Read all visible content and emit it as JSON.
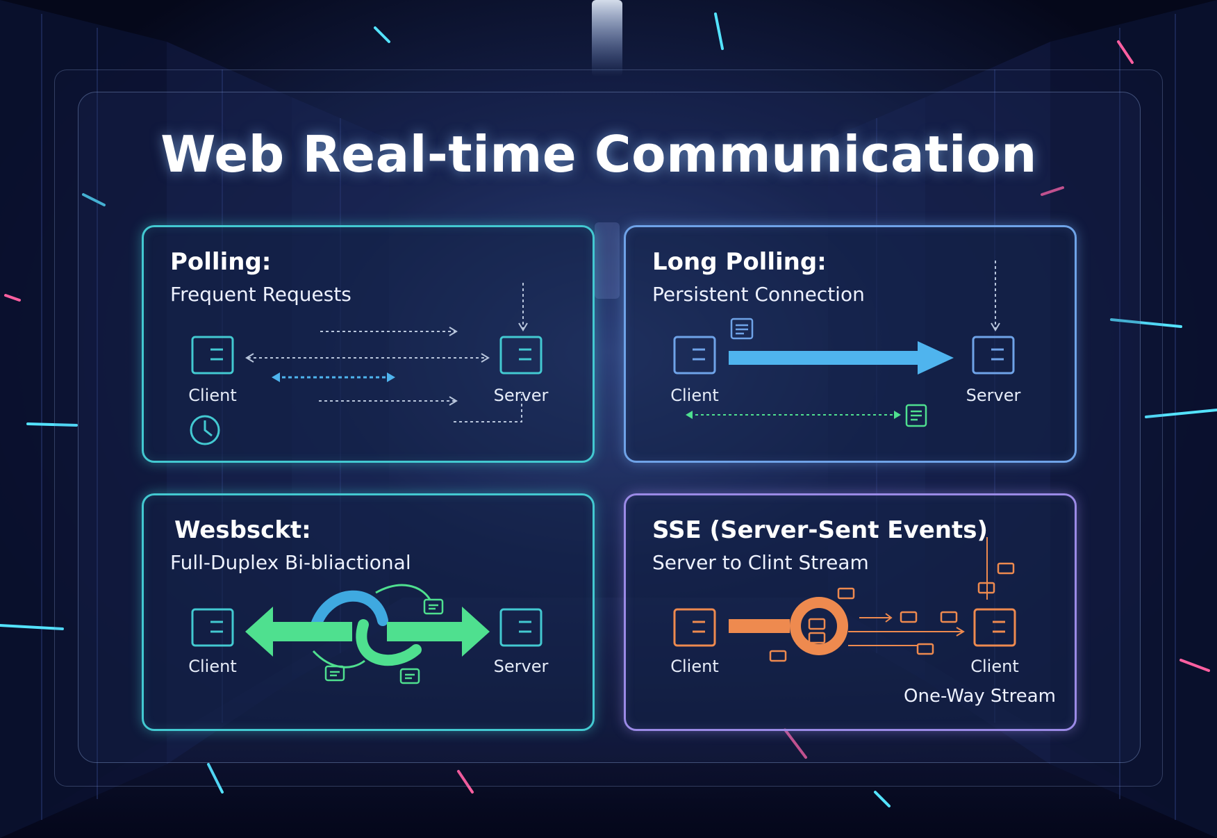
{
  "title": "Web Real-time Communication",
  "panels": {
    "polling": {
      "title": "Polling:",
      "subtitle": "Frequent Requests",
      "left_label": "Client",
      "right_label": "Server",
      "accent": "#43c9d1"
    },
    "long_polling": {
      "title": "Long Polling:",
      "subtitle": "Persistent Connection",
      "left_label": "Client",
      "right_label": "Server",
      "accent": "#6fa3e8"
    },
    "websocket": {
      "title": "Wesbsckt:",
      "subtitle": "Full-Duplex Bi-bliactional",
      "left_label": "Client",
      "right_label": "Server",
      "accent": "#43c9d1"
    },
    "sse": {
      "title": "SSE (Server-Sent Events)",
      "subtitle": "Server to Clint Stream",
      "left_label": "Client",
      "right_label": "Client",
      "note": "One-Way Stream",
      "accent": "#9b8ae6"
    }
  },
  "colors": {
    "teal": "#43c9d1",
    "blue_arrow": "#4fb4ee",
    "green": "#4fe08f",
    "orange": "#ee8a4f",
    "purple": "#9b8ae6"
  },
  "icons": [
    "server-box-icon",
    "clock-icon",
    "message-icon",
    "document-icon"
  ]
}
